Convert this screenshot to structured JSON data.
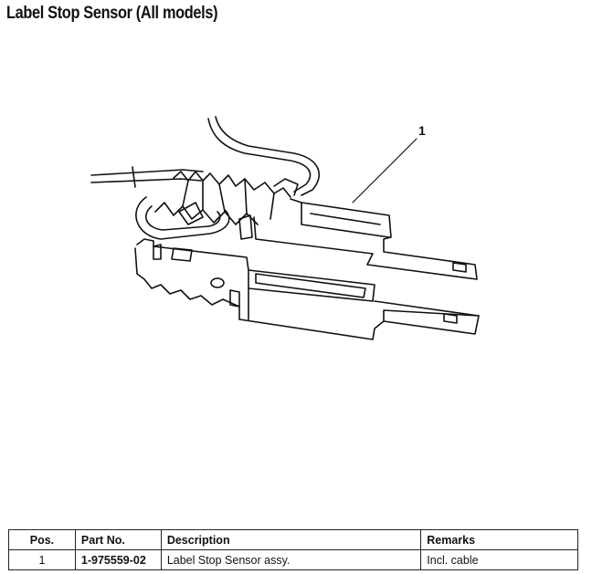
{
  "page": {
    "title": "Label Stop Sensor (All models)"
  },
  "drawing": {
    "callouts": [
      {
        "label": "1"
      }
    ]
  },
  "parts_table": {
    "headers": {
      "pos": "Pos.",
      "part_no": "Part No.",
      "description": "Description",
      "remarks": "Remarks"
    },
    "rows": [
      {
        "pos": "1",
        "part_no": "1-975559-02",
        "description": "Label Stop Sensor assy.",
        "remarks": "Incl. cable"
      }
    ]
  }
}
